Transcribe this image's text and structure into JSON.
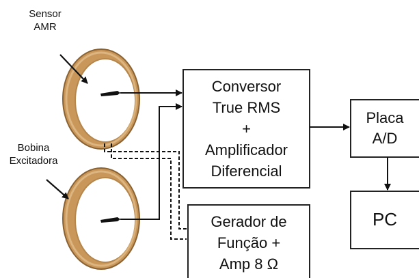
{
  "labels": {
    "sensor_line1": "Sensor",
    "sensor_line2": "AMR",
    "bobina_line1": "Bobina",
    "bobina_line2": "Excitadora"
  },
  "boxes": {
    "conversor": [
      "Conversor",
      "True RMS",
      "+",
      "Amplificador",
      "Diferencial"
    ],
    "placa": [
      "Placa",
      "A/D"
    ],
    "pc": [
      "PC"
    ],
    "gerador": [
      "Gerador de",
      "Função +",
      "Amp 8 Ω"
    ]
  },
  "colors": {
    "coil_outer": "#c9975a",
    "coil_inner": "#e9c99a",
    "coil_edge": "#8a6232",
    "line": "#111111",
    "box_border": "#222222"
  }
}
